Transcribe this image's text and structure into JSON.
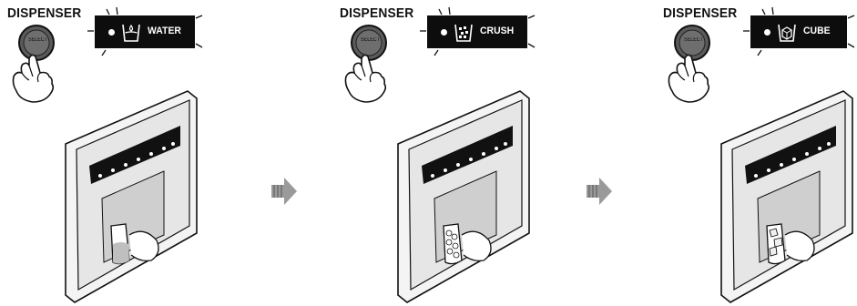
{
  "title": "DISPENSER",
  "button_label": "SELECT",
  "icons": [
    "select-button-icon",
    "pointing-hand-icon",
    "water-glass-icon",
    "crushed-ice-icon",
    "ice-cube-icon",
    "arrow-right-icon"
  ],
  "steps": [
    {
      "mode": "WATER",
      "icon": "water-glass-icon",
      "glass_contents": "water"
    },
    {
      "mode": "CRUSH",
      "icon": "crushed-ice-icon",
      "glass_contents": "crushed ice"
    },
    {
      "mode": "CUBE",
      "icon": "ice-cube-icon",
      "glass_contents": "ice cubes"
    }
  ],
  "colors": {
    "panel": "#0d0d0d",
    "button": "#5a5a5a",
    "line": "#111111"
  }
}
